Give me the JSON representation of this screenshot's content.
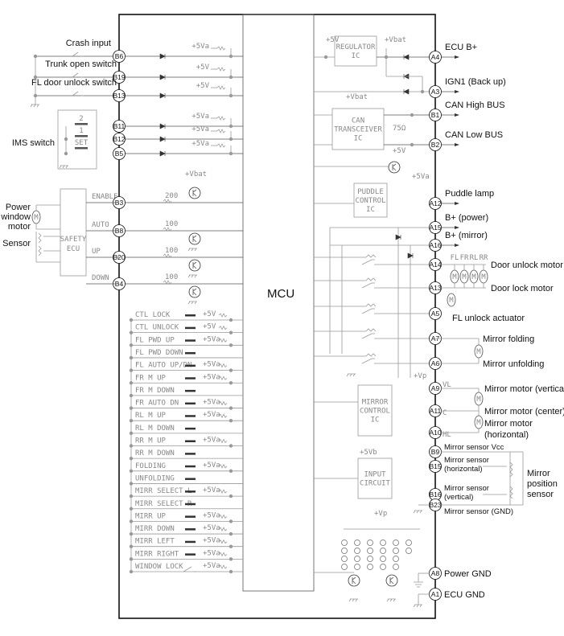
{
  "mcu_label": "MCU",
  "left_pins": [
    {
      "pin": "B6",
      "label": "Crash input",
      "supply": "+5Va"
    },
    {
      "pin": "B19",
      "label": "Trunk open switch",
      "supply": "+5V"
    },
    {
      "pin": "B13",
      "label": "FL door unlock switch",
      "supply": "+5V"
    },
    {
      "pin": "B11",
      "label": "",
      "supply": "+5Va"
    },
    {
      "pin": "B12",
      "label": "",
      "supply": "+5Va"
    },
    {
      "pin": "B5",
      "label": "",
      "supply": "+5Va"
    },
    {
      "pin": "B3",
      "signal": "ENABLE",
      "resistor": "200",
      "supply": "+Vbat"
    },
    {
      "pin": "B8",
      "signal": "AUTO",
      "resistor": "100"
    },
    {
      "pin": "B20",
      "signal": "UP",
      "resistor": "100"
    },
    {
      "pin": "B4",
      "signal": "DOWN",
      "resistor": "100"
    }
  ],
  "ims": {
    "label": "IMS switch",
    "buttons": [
      "2",
      "1",
      "SET"
    ]
  },
  "power_window_motor": [
    "Power",
    "window",
    "motor"
  ],
  "sensor_label": "Sensor",
  "safety_ecu": [
    "SAFETY",
    "ECU"
  ],
  "switches": [
    {
      "label": "CTL LOCK",
      "supply": "+5V"
    },
    {
      "label": "CTL UNLOCK",
      "supply": "+5V"
    },
    {
      "label": "FL PWD UP",
      "supply": "+5Va"
    },
    {
      "label": "FL PWD DOWN",
      "supply": ""
    },
    {
      "label": "FL AUTO UP/DN",
      "supply": "+5Va"
    },
    {
      "label": "FR M UP",
      "supply": "+5Va"
    },
    {
      "label": "FR M DOWN",
      "supply": ""
    },
    {
      "label": "FR AUTO DN",
      "supply": "+5Va"
    },
    {
      "label": "RL M UP",
      "supply": "+5Va"
    },
    {
      "label": "RL M DOWN",
      "supply": ""
    },
    {
      "label": "RR M UP",
      "supply": "+5Va"
    },
    {
      "label": "RR M DOWN",
      "supply": ""
    },
    {
      "label": "FOLDING",
      "supply": "+5Va"
    },
    {
      "label": "UNFOLDING",
      "supply": ""
    },
    {
      "label": "MIRR SELECT L",
      "supply": "+5Va"
    },
    {
      "label": "MIRR SELECT R",
      "supply": ""
    },
    {
      "label": "MIRR UP",
      "supply": "+5Va"
    },
    {
      "label": "MIRR DOWN",
      "supply": "+5Va"
    },
    {
      "label": "MIRR LEFT",
      "supply": "+5Va"
    },
    {
      "label": "MIRR RIGHT",
      "supply": "+5Va"
    },
    {
      "label": "WINDOW LOCK",
      "supply": "+5Va"
    }
  ],
  "right_pins": [
    {
      "pin": "A4",
      "label": "ECU B+"
    },
    {
      "pin": "A3",
      "label": "IGN1 (Back up)"
    },
    {
      "pin": "B1",
      "label": "CAN High BUS"
    },
    {
      "pin": "B2",
      "label": "CAN Low BUS"
    },
    {
      "pin": "A12",
      "label": "Puddle lamp"
    },
    {
      "pin": "A15",
      "label": "B+ (power)"
    },
    {
      "pin": "A16",
      "label": "B+ (mirror)"
    },
    {
      "pin": "A14",
      "label": "Door unlock motor"
    },
    {
      "pin": "A13",
      "label": "Door lock motor"
    },
    {
      "pin": "A5",
      "label": "FL unlock actuator"
    },
    {
      "pin": "A7",
      "label": "Mirror folding"
    },
    {
      "pin": "A6",
      "label": "Mirror unfolding"
    },
    {
      "pin": "A9",
      "label": "Mirror motor (vertical)",
      "tag": "VL"
    },
    {
      "pin": "A11",
      "label": "Mirror motor (center)",
      "tag": "C"
    },
    {
      "pin": "A10",
      "label": "Mirror motor (horizontal)",
      "tag": "HL"
    },
    {
      "pin": "B9",
      "label": "Mirror sensor Vcc"
    },
    {
      "pin": "B15",
      "label": "Mirror sensor (horizontal)"
    },
    {
      "pin": "B16",
      "label": "Mirror sensor (vertical)"
    },
    {
      "pin": "B23",
      "label": "Mirror sensor (GND)"
    },
    {
      "pin": "A8",
      "label": "Power GND"
    },
    {
      "pin": "A1",
      "label": "ECU GND"
    }
  ],
  "door_positions": [
    "FL",
    "FR",
    "RL",
    "RR"
  ],
  "mirror_position_sensor": [
    "Mirror",
    "position",
    "sensor"
  ],
  "ics": [
    {
      "name": "regulator-ic",
      "lines": [
        "REGULATOR",
        "IC"
      ]
    },
    {
      "name": "can-transceiver-ic",
      "lines": [
        "CAN",
        "TRANSCEIVER",
        "IC"
      ]
    },
    {
      "name": "puddle-control-ic",
      "lines": [
        "PUDDLE",
        "CONTROL",
        "IC"
      ]
    },
    {
      "name": "mirror-control-ic",
      "lines": [
        "MIRROR",
        "CONTROL",
        "IC"
      ]
    },
    {
      "name": "input-circuit",
      "lines": [
        "INPUT",
        "CIRCUIT"
      ]
    }
  ],
  "supplies": {
    "v5": "+5V",
    "vbat": "+Vbat",
    "v5a": "+5Va",
    "vp": "+Vp",
    "v5b": "+5Vb",
    "can_res": "75Ω"
  }
}
